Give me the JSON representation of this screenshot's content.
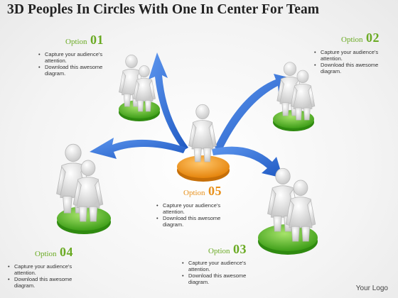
{
  "title": "3D Peoples In Circles With One In Center For Team",
  "options": [
    {
      "id": "01",
      "word": "Option",
      "number": "01",
      "bullets": [
        "Capture your audience's attention.",
        "Download this awesome diagram."
      ],
      "color": "#5bbd2a"
    },
    {
      "id": "02",
      "word": "Option",
      "number": "02",
      "bullets": [
        "Capture your audience's attention.",
        "Download this awesome diagram."
      ],
      "color": "#5bbd2a"
    },
    {
      "id": "03",
      "word": "Option",
      "number": "03",
      "bullets": [
        "Capture your audience's attention.",
        "Download this awesome diagram."
      ],
      "color": "#5bbd2a"
    },
    {
      "id": "04",
      "word": "Option",
      "number": "04",
      "bullets": [
        "Capture your audience's attention.",
        "Download this awesome diagram."
      ],
      "color": "#5bbd2a"
    },
    {
      "id": "05",
      "word": "Option",
      "number": "05",
      "bullets": [
        "Capture your audience's attention.",
        "Download this awesome diagram."
      ],
      "color": "#f5961e"
    }
  ],
  "logo": "Your Logo",
  "colors": {
    "option_accent": "#6aaa23",
    "center_accent": "#e8901a",
    "arrow": "#2f6ed6",
    "figure": "#e9e9e9"
  },
  "icons": {
    "arrow": "curved-arrow",
    "figure": "person-figure",
    "platform": "disc-platform"
  }
}
